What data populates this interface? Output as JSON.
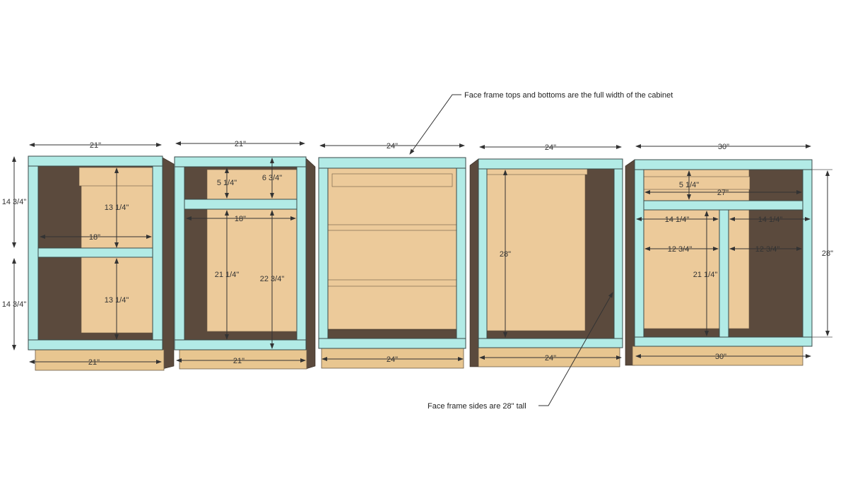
{
  "colors": {
    "face_frame": "#b2ebe6",
    "plywood": "#ecca9a",
    "interior": "#5b4a3d"
  },
  "annotations": {
    "top_note": "Face frame tops and bottoms are the full width of the cabinet",
    "side_note": "Face frame sides are 28\" tall"
  },
  "cabinets": [
    {
      "top_width": "21\"",
      "bottom_width": "21\"",
      "left_upper": "14 3/4\"",
      "left_lower": "14 3/4\"",
      "opening_upper": "13 1/4\"",
      "opening_lower": "13 1/4\"",
      "inner_width": "18\""
    },
    {
      "top_width": "21\"",
      "bottom_width": "21\"",
      "drawer_opening": "5 1/4\"",
      "rail_to_top": "6 3/4\"",
      "inner_width": "18\"",
      "door_opening": "21 1/4\"",
      "rail_to_bottom": "22 3/4\""
    },
    {
      "top_width": "24\"",
      "bottom_width": "24\""
    },
    {
      "top_width": "24\"",
      "bottom_width": "24\"",
      "opening_height": "28\""
    },
    {
      "top_width": "30\"",
      "bottom_width": "30\"",
      "drawer_opening": "5 1/4\"",
      "drawer_width": "27\"",
      "left_to_center": "14 1/4\"",
      "right_to_center": "14 1/4\"",
      "left_opening": "12 3/4\"",
      "right_opening": "12 3/4\"",
      "door_opening": "21 1/4\"",
      "side_height": "28\""
    }
  ]
}
